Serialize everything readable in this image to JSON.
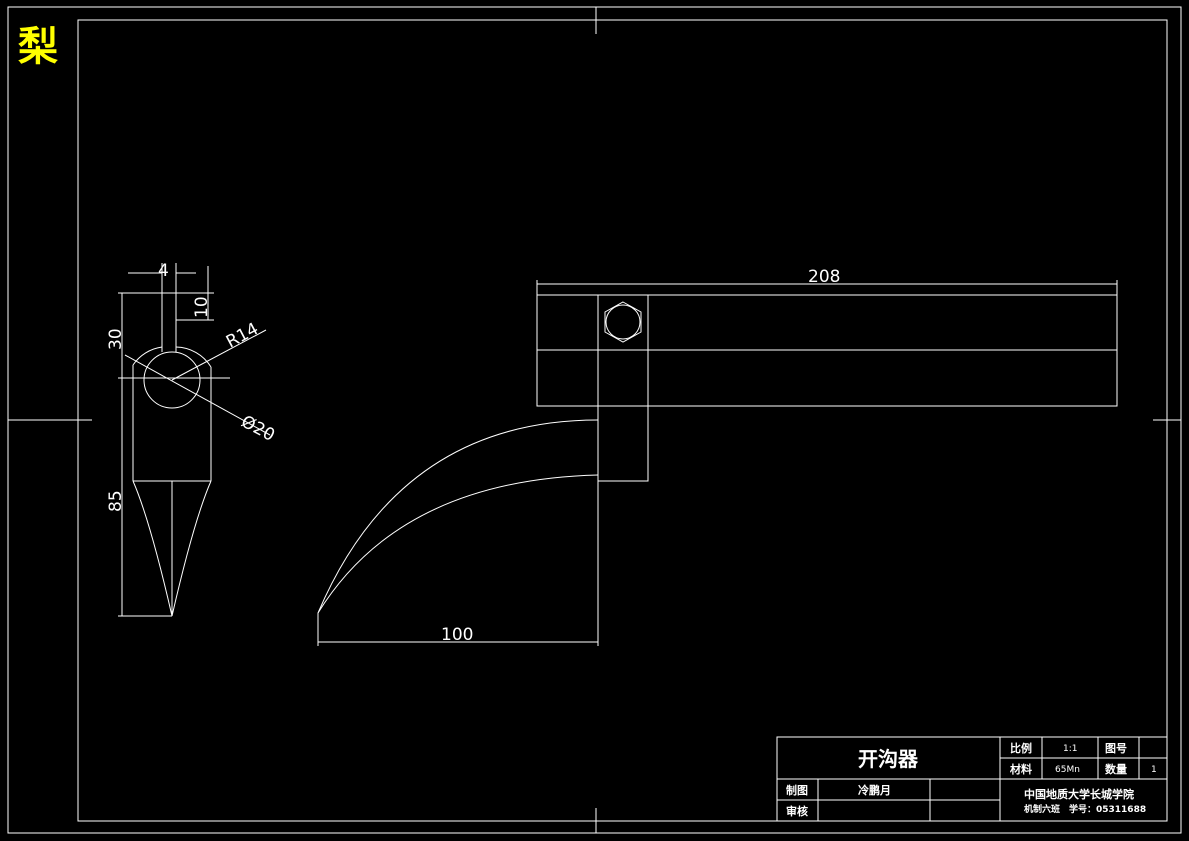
{
  "corner_mark": {
    "text": "梨",
    "color": "#ffff00"
  },
  "background_color": "#000000",
  "line_color": "#ffffff",
  "dimensions": {
    "slot_width": "4",
    "slot_depth": "10",
    "top_height": "30",
    "radius": "R14",
    "hole_dia": "Ø20",
    "body_height": "85",
    "beam_length": "208",
    "curve_reach": "100"
  },
  "title_block": {
    "part_name": "开沟器",
    "scale_label": "比例",
    "scale_value": "1:1",
    "drawing_no_label": "图号",
    "drawing_no_value": "",
    "material_label": "材料",
    "material_value": "65Mn",
    "quantity_label": "数量",
    "quantity_value": "1",
    "drawn_label": "制图",
    "drawn_value": "冷鹏月",
    "checked_label": "审核",
    "checked_value": "",
    "school": "中国地质大学长城学院",
    "class_info": "机制六班　学号：05311688"
  }
}
